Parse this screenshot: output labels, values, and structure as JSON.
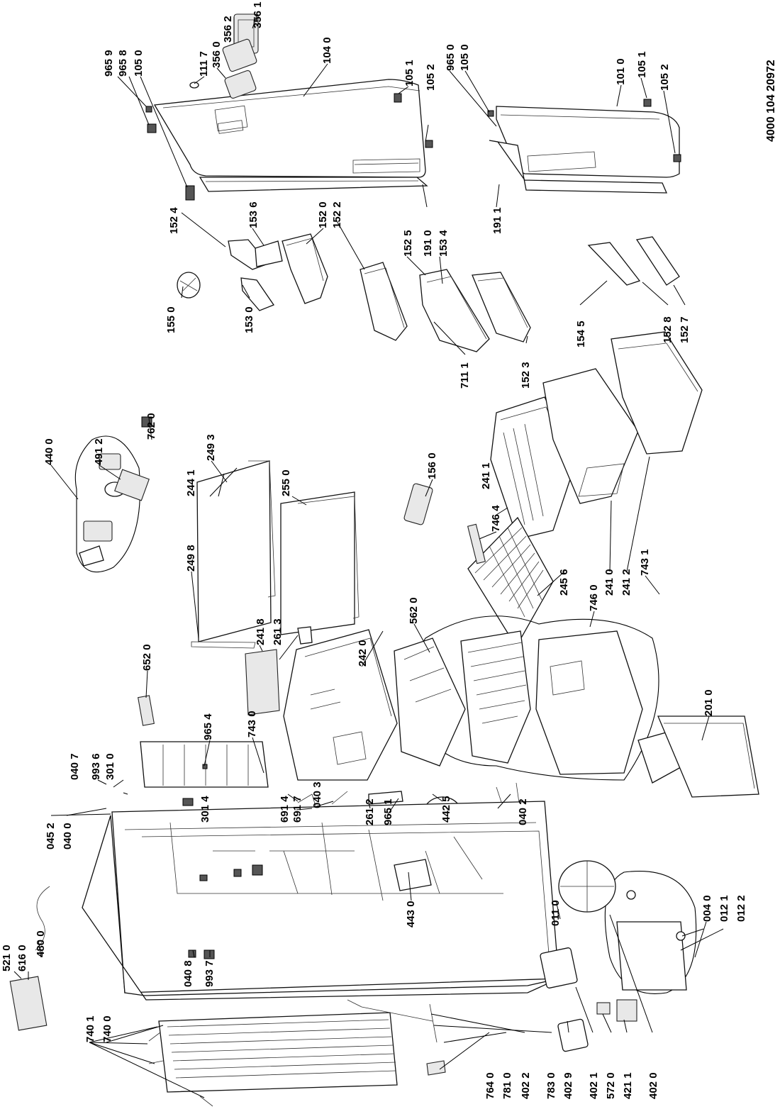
{
  "document_number": "4000 104 20972",
  "part_labels": {
    "p9659": "965 9",
    "p9658": "965 8",
    "p1050a": "105 0",
    "p1117": "111 7",
    "p3560": "356 0",
    "p3562": "356 2",
    "p3561": "356 1",
    "p1040": "104 0",
    "p1051a": "105 1",
    "p1052a": "105 2",
    "p9650": "965 0",
    "p1050b": "105 0",
    "p1010": "101 0",
    "p1051b": "105 1",
    "p1052b": "105 2",
    "p1524": "152 4",
    "p1536": "153 6",
    "p1520": "152 0",
    "p1522": "152 2",
    "p1525": "152 5",
    "p1910": "191 0",
    "p1534": "153 4",
    "p1911": "191 1",
    "p1550": "155 0",
    "p1530": "153 0",
    "p7111": "711 1",
    "p1523": "152 3",
    "p1545": "154 5",
    "p1528": "152 8",
    "p1527": "152 7",
    "p4400": "440 0",
    "p4912": "491 2",
    "p7620": "762 0",
    "p2441": "244 1",
    "p2493": "249 3",
    "p2498": "249 8",
    "p2550": "255 0",
    "p1560": "156 0",
    "p2411": "241 1",
    "p7464": "746 4",
    "p2456": "245 6",
    "p2410": "241 0",
    "p2412": "241 2",
    "p7460": "746 0",
    "p7431": "743 1",
    "p6520": "652 0",
    "p2418": "241 8",
    "p2613": "261 3",
    "p2420": "242 0",
    "p5620": "562 0",
    "p9654": "965 4",
    "p7430": "743 0",
    "p0407": "040 7",
    "p9936": "993 6",
    "p3010": "301 0",
    "p6914": "691 4",
    "p6917": "691 7",
    "p3014": "301 4",
    "p0403": "040 3",
    "p2612": "261 2",
    "p9651": "965 1",
    "p4425": "442 5",
    "p0402": "040 2",
    "p0452": "045 2",
    "p0400": "040 0",
    "p4430": "443 0",
    "p0110": "011 0",
    "p2010": "201 0",
    "p4800": "480 0",
    "p5210": "521 0",
    "p6160": "616 0",
    "p0408": "040 8",
    "p9937": "993 7",
    "p0040": "004 0",
    "p0121": "012 1",
    "p0122": "012 2",
    "p7401": "740 1",
    "p7400": "740 0",
    "p7640": "764 0",
    "p7810": "781 0",
    "p4022": "402 2",
    "p7830": "783 0",
    "p4029": "402 9",
    "p4021": "402 1",
    "p5720": "572 0",
    "p4211": "421 1",
    "p4020": "402 0"
  }
}
